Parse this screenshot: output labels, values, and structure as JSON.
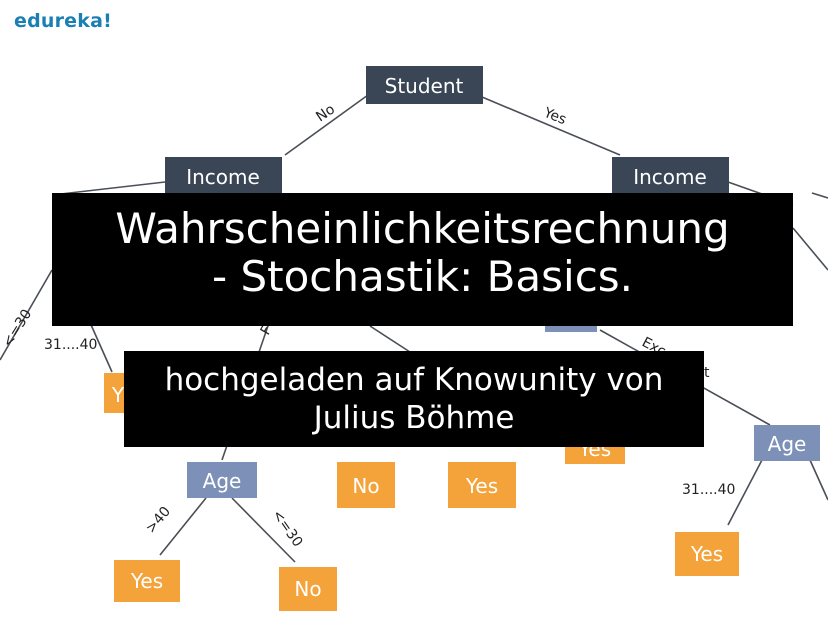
{
  "logo": "edureka!",
  "overlay": {
    "title_line1": "Wahrscheinlichkeitsrechnung",
    "title_line2": "- Stochastik: Basics.",
    "subtitle_line1": "hochgeladen auf Knowunity von",
    "subtitle_line2": "Julius Böhme"
  },
  "tree": {
    "root": "Student",
    "income_left": "Income",
    "income_right": "Income",
    "age_left": "Age",
    "age_right": "Age",
    "yes_left_partial": "Y",
    "yes_bottom_left": "Yes",
    "no_bottom_left": "No",
    "no_middle": "No",
    "yes_middle": "Yes",
    "yes_right_partial": "Yes",
    "yes_bottom_right": "Yes",
    "edges": {
      "no": "No",
      "yes": "Yes",
      "le30_left": "<=30",
      "range_left": "31....40",
      "fair_partial": "F",
      "exc_partial": "Exc",
      "gt40": ">40",
      "le30_bottom": "<=30",
      "range_right": "31....40",
      "t_partial": "t"
    }
  }
}
